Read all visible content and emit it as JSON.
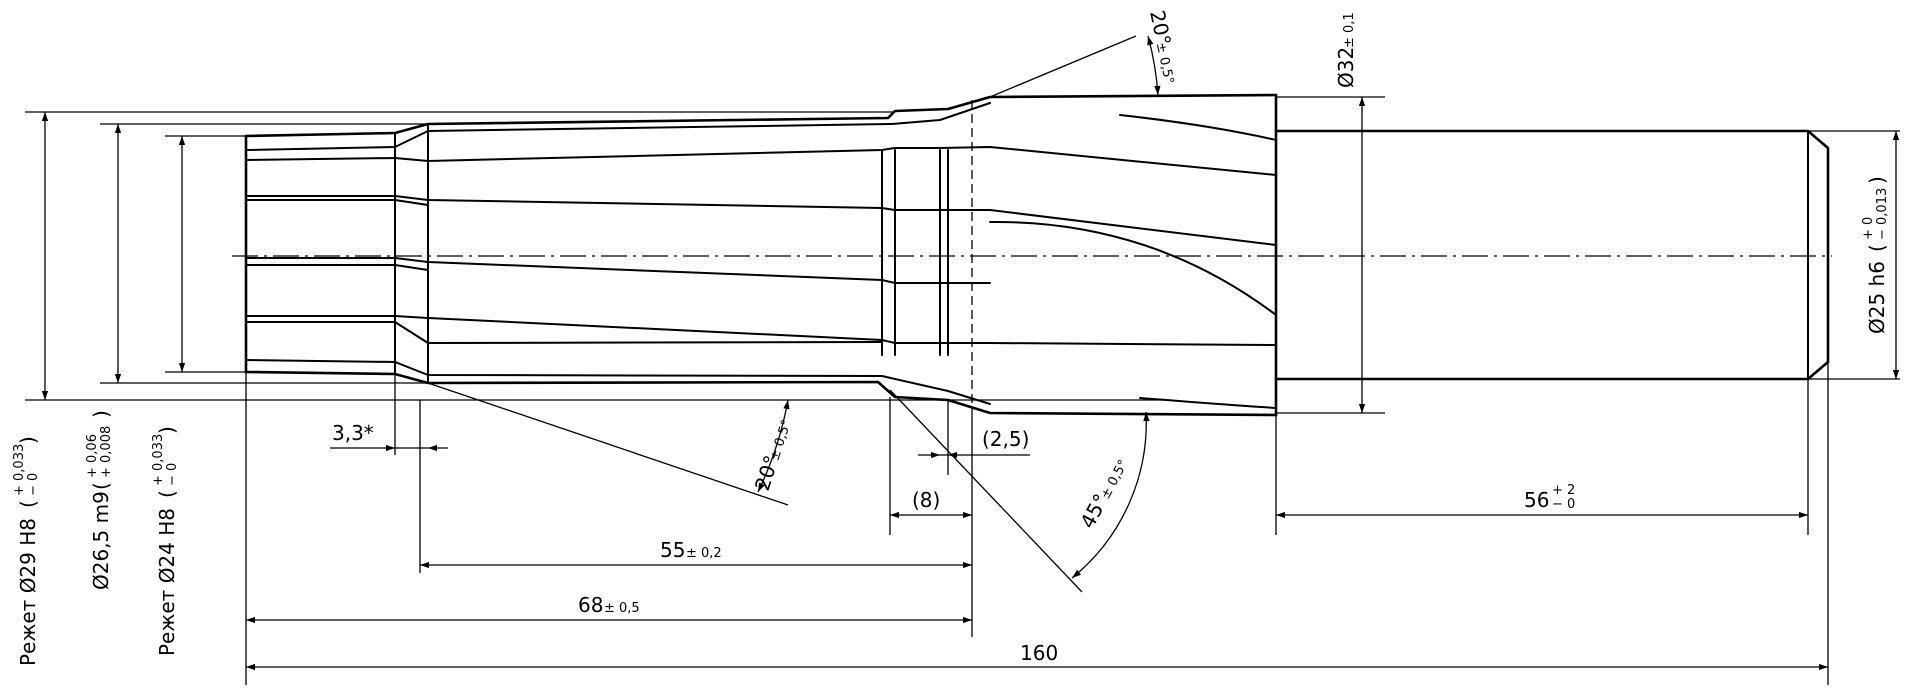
{
  "dimensions": {
    "d29": {
      "label": "Режет Ø29 H8",
      "tol_upper": "+ 0,033",
      "tol_lower": "− 0"
    },
    "d26": {
      "label": "Ø26,5 m9",
      "tol_upper": "+ 0,06",
      "tol_lower": "+ 0,008"
    },
    "d24": {
      "label": "Режет Ø24 H8",
      "tol_upper": "+ 0,033",
      "tol_lower": "− 0"
    },
    "d32": {
      "label": "Ø32",
      "tol": "± 0,1"
    },
    "d25": {
      "label": "Ø25 h6",
      "tol_upper": "+ 0",
      "tol_lower": "− 0,013"
    },
    "len3_3": {
      "label": "3,3*"
    },
    "len2_5": {
      "label": "(2,5)"
    },
    "len8": {
      "label": "(8)"
    },
    "len55": {
      "label": "55",
      "tol": "± 0,2"
    },
    "len68": {
      "label": "68",
      "tol": "± 0,5"
    },
    "len160": {
      "label": "160"
    },
    "len56": {
      "label": "56",
      "tol_upper": "+ 2",
      "tol_lower": "− 0"
    },
    "ang20_top": {
      "label": "20°",
      "tol": "± 0,5°"
    },
    "ang20_bottom": {
      "label": "20°",
      "tol": "± 0,5°"
    },
    "ang45": {
      "label": "45°",
      "tol": "± 0,5°"
    }
  }
}
